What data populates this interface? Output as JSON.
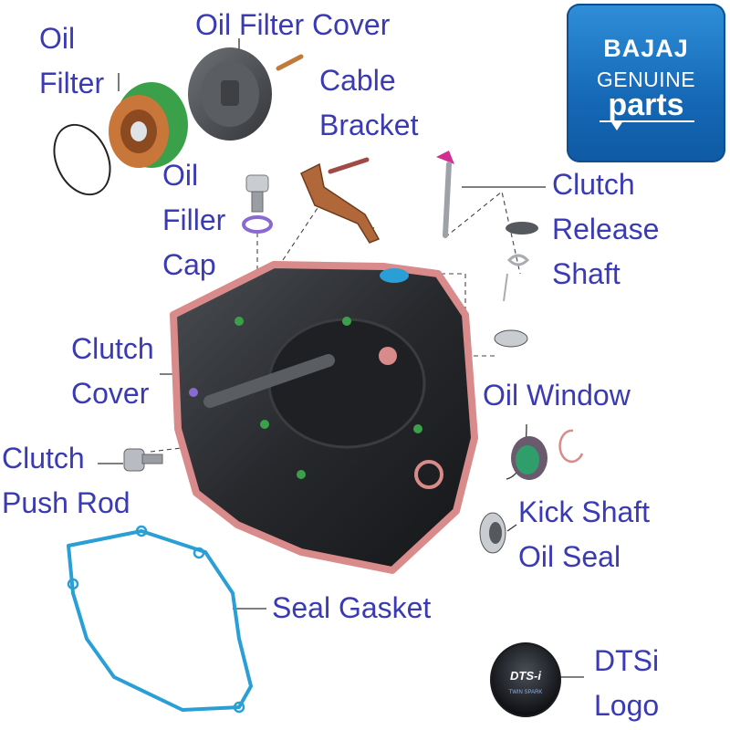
{
  "brand": {
    "line1": "BAJAJ",
    "line2": "GENUINE",
    "line3": "parts"
  },
  "labels": {
    "oil_filter": [
      "Oil",
      "Filter"
    ],
    "oil_filter_cover": [
      "Oil Filter Cover"
    ],
    "cable_bracket": [
      "Cable",
      "Bracket"
    ],
    "oil_filler_cap": [
      "Oil",
      "Filler",
      "Cap"
    ],
    "clutch_release_shaft": [
      "Clutch",
      "Release",
      "Shaft"
    ],
    "clutch_cover": [
      "Clutch",
      "Cover"
    ],
    "oil_window": [
      "Oil Window"
    ],
    "clutch_push_rod": [
      "Clutch",
      "Push Rod"
    ],
    "kick_shaft_oil_seal": [
      "Kick Shaft",
      "Oil Seal"
    ],
    "seal_gasket": [
      "Seal Gasket"
    ],
    "dtsi_logo": [
      "DTSi",
      "Logo"
    ]
  },
  "dtsi_emblem": {
    "line1": "DTS-i",
    "line2": "TWIN SPARK"
  },
  "colors": {
    "label_text": "#3a3ab4",
    "badge_blue": "#1a6fc0",
    "cover_body": "#2a2c30",
    "gasket_pink": "#d98a8a",
    "seal_gasket_blue": "#2a9fd6",
    "filter_green": "#3aa04a",
    "filter_orange": "#c8763a",
    "bracket_brown": "#b0683a"
  }
}
